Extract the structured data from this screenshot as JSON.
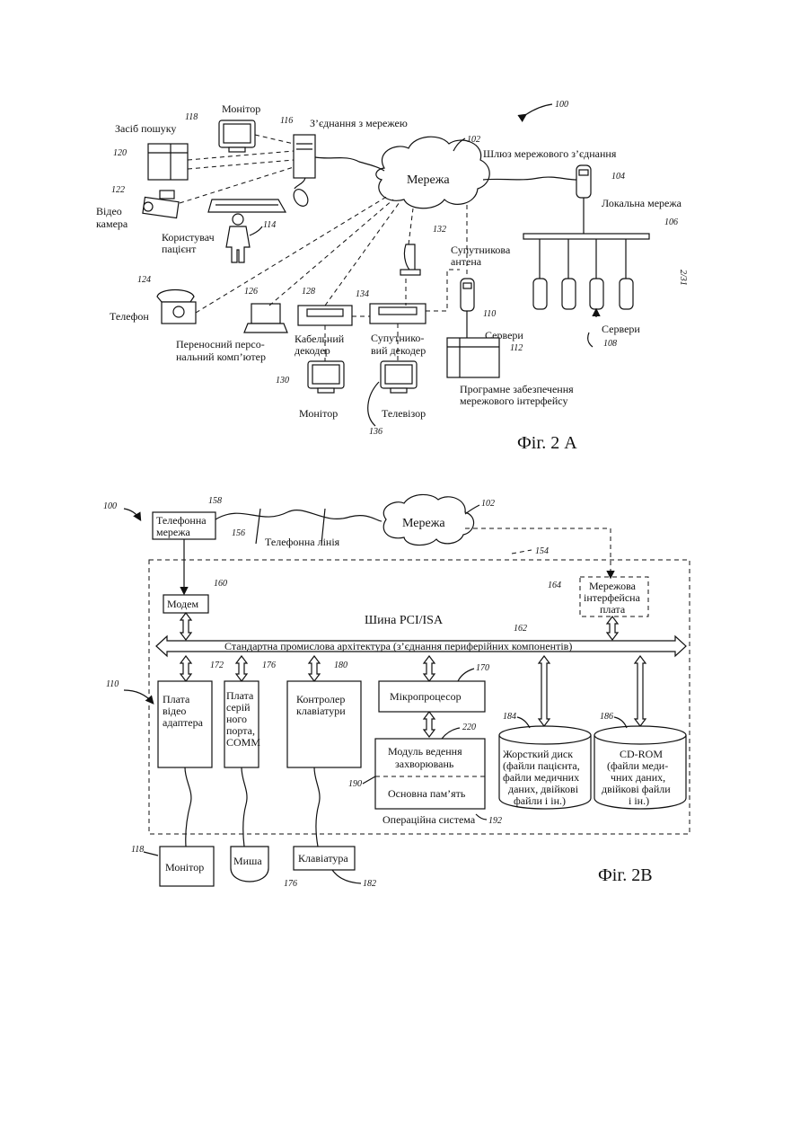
{
  "page": {
    "side_number": "2/31"
  },
  "fig2a": {
    "caption": "Фіг. 2 А",
    "refs": {
      "r100": "100",
      "r118": "118",
      "r116": "116",
      "r102": "102",
      "r104": "104",
      "r120": "120",
      "r122": "122",
      "r114": "114",
      "r106": "106",
      "r132": "132",
      "r124": "124",
      "r126": "126",
      "r128": "128",
      "r134": "134",
      "r110": "110",
      "r112": "112",
      "r108": "108",
      "r130": "130",
      "r136": "136"
    },
    "labels": {
      "monitor_top": "Монітор",
      "search_tool": "Засіб пошуку",
      "network_connection": "З’єднання з мережею",
      "network": "Мережа",
      "gateway": "Шлюз мережового з’єднання",
      "local_network": "Локальна мережа",
      "video_camera_1": "Відео",
      "video_camera_2": "камера",
      "user_1": "Користувач",
      "user_2": "пацієнт",
      "sat_antenna_1": "Супутникова",
      "sat_antenna_2": "антена",
      "phone": "Телефон",
      "laptop_1": "Переносний персо-",
      "laptop_2": "нальний комп’ютер",
      "cable_dec_1": "Кабельний",
      "cable_dec_2": "декодер",
      "sat_dec_1": "Супутнико-",
      "sat_dec_2": "вий декодер",
      "servers_left": "Сервери",
      "servers_right": "Сервери",
      "software_1": "Програмне забезпечення",
      "software_2": "мережового інтерфейсу",
      "monitor_bottom": "Монітор",
      "tv": "Телевізор"
    }
  },
  "fig2b": {
    "caption": "Фіг. 2B",
    "refs": {
      "r100": "100",
      "r158": "158",
      "r102": "102",
      "r156": "156",
      "r154": "154",
      "r160": "160",
      "r164": "164",
      "r162": "162",
      "r110": "110",
      "r172": "172",
      "r176": "176",
      "r180": "180",
      "r170": "170",
      "r220": "220",
      "r184": "184",
      "r186": "186",
      "r190": "190",
      "r192": "192",
      "r118": "118",
      "r176b": "176",
      "r182": "182"
    },
    "labels": {
      "phone_net_1": "Телефонна",
      "phone_net_2": "мережа",
      "network": "Мережа",
      "phone_line": "Телефонна лінія",
      "modem": "Модем",
      "nic_1": "Мережова",
      "nic_2": "інтерфейсна",
      "nic_3": "плата",
      "bus_title": "Шина PCI/ISA",
      "bus_desc": "Стандартна промислова архітектура (з’єднання периферійних компонентів)",
      "video_1": "Плата",
      "video_2": "відео",
      "video_3": "адаптера",
      "serial_1": "Плата",
      "serial_2": "серій",
      "serial_3": "ного",
      "serial_4": "порта,",
      "serial_5": "COMM",
      "kbd_ctrl_1": "Контролер",
      "kbd_ctrl_2": "клавіатури",
      "cpu": "Мікропроцесор",
      "disease_1": "Модуль ведення",
      "disease_2": "захворювань",
      "main_mem": "Основна пам’ять",
      "os": "Операційна система",
      "hdd_1": "Жорсткий диск",
      "hdd_2": "(файли пацієнта,",
      "hdd_3": "файли медичних",
      "hdd_4": "даних, двійкові",
      "hdd_5": "файли і ін.)",
      "cd_1": "CD-ROM",
      "cd_2": "(файли меди-",
      "cd_3": "чних даних,",
      "cd_4": "двійкові файли",
      "cd_5": "і ін.)",
      "monitor": "Монітор",
      "mouse": "Миша",
      "keyboard": "Клавіатура"
    }
  }
}
